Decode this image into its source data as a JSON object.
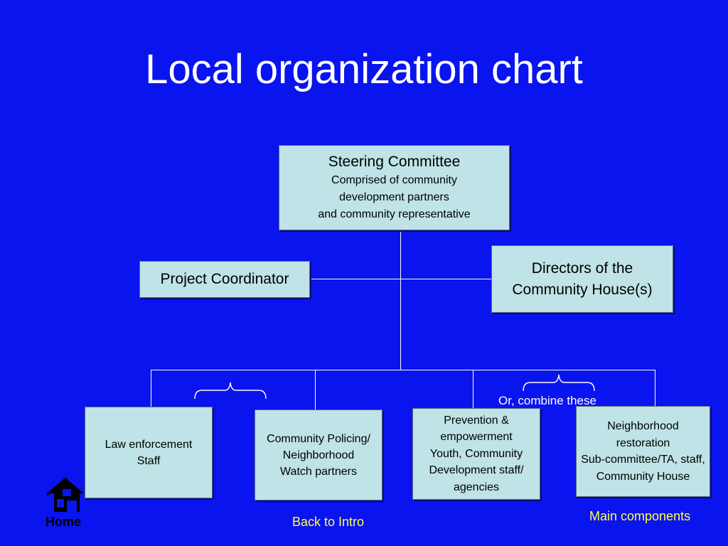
{
  "title": "Local organization chart",
  "steering": {
    "heading": "Steering Committee",
    "line1": "Comprised of community",
    "line2": "development partners",
    "line3": "and community representative"
  },
  "coordinator": "Project Coordinator",
  "directors": {
    "line1": "Directors of the",
    "line2": "Community House(s)"
  },
  "boxes": {
    "law": {
      "line1": "Law enforcement",
      "line2": "Staff"
    },
    "policing": {
      "line1": "Community Policing/",
      "line2": "Neighborhood",
      "line3": "Watch partners"
    },
    "prevention": {
      "line1": "Prevention &",
      "line2": "empowerment",
      "line3": "Youth, Community",
      "line4": "Development staff/",
      "line5": "agencies"
    },
    "restoration": {
      "line1": "Neighborhood",
      "line2": "restoration",
      "line3": "Sub-committee/TA, staff,",
      "line4": "Community House"
    }
  },
  "combine_note": "Or, combine these",
  "nav": {
    "home": "Home",
    "back": "Back to Intro",
    "main": "Main components"
  },
  "colors": {
    "background": "#0a14ee",
    "box_fill": "#bfe3e6",
    "link": "#ffff55"
  }
}
